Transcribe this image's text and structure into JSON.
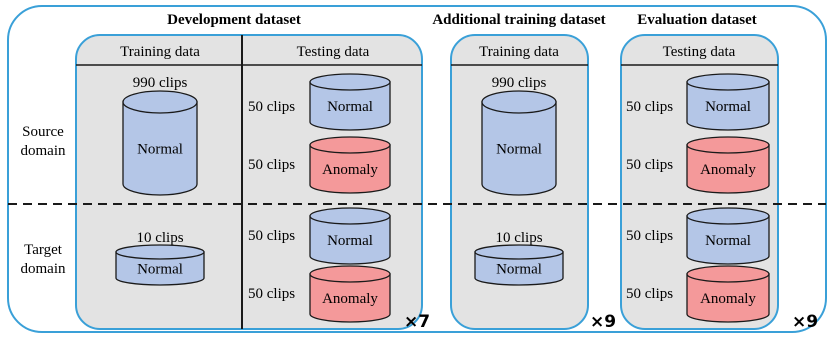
{
  "headers": {
    "development": "Development dataset",
    "additional": "Additional training dataset",
    "evaluation": "Evaluation dataset"
  },
  "subheaders": {
    "dev_training": "Training data",
    "dev_testing": "Testing data",
    "add_training": "Training data",
    "eval_testing": "Testing data"
  },
  "row_labels": {
    "source_line1": "Source",
    "source_line2": "domain",
    "target_line1": "Target",
    "target_line2": "domain"
  },
  "clip_counts": {
    "dev_source_train": "990 clips",
    "dev_target_train": "10 clips",
    "add_source_train": "990 clips",
    "add_target_train": "10 clips",
    "dev_src_test_normal": "50 clips",
    "dev_src_test_anomaly": "50 clips",
    "dev_tgt_test_normal": "50 clips",
    "dev_tgt_test_anomaly": "50 clips",
    "eval_src_test_normal": "50 clips",
    "eval_src_test_anomaly": "50 clips",
    "eval_tgt_test_normal": "50 clips",
    "eval_tgt_test_anomaly": "50 clips"
  },
  "cylinder_labels": {
    "normal": "Normal",
    "anomaly": "Anomaly"
  },
  "multipliers": {
    "development": "×7",
    "additional": "×9",
    "evaluation": "×9"
  },
  "colors": {
    "outer_border": "#3aa0d8",
    "panel_fill": "#e3e3e3",
    "normal_fill": "#b4c6e7",
    "anomaly_fill": "#f4999a",
    "stroke": "#1a1a1a"
  }
}
